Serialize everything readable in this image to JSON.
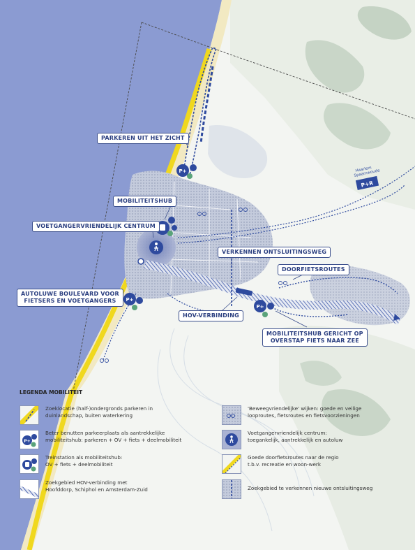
{
  "callouts": {
    "parkeren_uit_zicht": "PARKEREN UIT HET ZICHT",
    "mobiliteitshub": "MOBILITEITSHUB",
    "voetgangervriendelijk": "VOETGANGERVRIENDELIJK CENTRUM",
    "verkennen": "VERKENNEN ONTSLUITINGSWEG",
    "doorfietsroutes": "DOORFIETSROUTES",
    "autoluwe_1": "AUTOLUWE BOULEVARD VOOR",
    "autoluwe_2": "FIETSERS EN VOETGANGERS",
    "hov": "HOV-VERBINDING",
    "hub_fiets_1": "MOBILITEITSHUB GERICHT OP",
    "hub_fiets_2": "OVERSTAP FIETS NAAR ZEE"
  },
  "map_labels": {
    "haarlem_1": "Haarlem",
    "haarlem_2": "Spaarnwoude",
    "pr": "P+R",
    "p_plus": "P+"
  },
  "legend": {
    "title": "LEGENDA MOBILITEIT",
    "items": [
      {
        "line1": "Zoeklocatie (half-)ondergronds parkeren in",
        "line2": "duinlandschap, buiten waterkering"
      },
      {
        "line1": "Beter benutten parkeerplaats als aantrekkelijke",
        "line2": "mobiliteitshub: parkeren + OV + fiets + deelmobiliteit"
      },
      {
        "line1": "Treinstation als mobiliteitshub:",
        "line2": "OV + fiets + deelmobiliteit"
      },
      {
        "line1": "Zoekgebied HOV-verbinding met",
        "line2": "Hoofddorp, Schiphol en Amsterdam-Zuid"
      },
      {
        "line1": "'Beweegvriendelijke' wijken: goede en veilige",
        "line2": "looproutes, fietsroutes en fietsvoorzieningen"
      },
      {
        "line1": "Voetgangervriendelijk centrum:",
        "line2": "toegankelijk, aantrekkelijk en autoluw"
      },
      {
        "line1": "Goede doorfietsroutes naar de regio",
        "line2": "t.b.v. recreatie en woon-werk"
      },
      {
        "line1": "Zoekgebied te verkennen nieuwe ontsluitingsweg",
        "line2": ""
      }
    ]
  },
  "colors": {
    "sea": "#8b9bd2",
    "beach": "#f2e6b0",
    "coast_yellow": "#f0d81e",
    "navy": "#2b3f80",
    "hub_blue": "#2e4a9e",
    "dune_green": "#c9d7c9",
    "urban": "#b3bdd2"
  }
}
